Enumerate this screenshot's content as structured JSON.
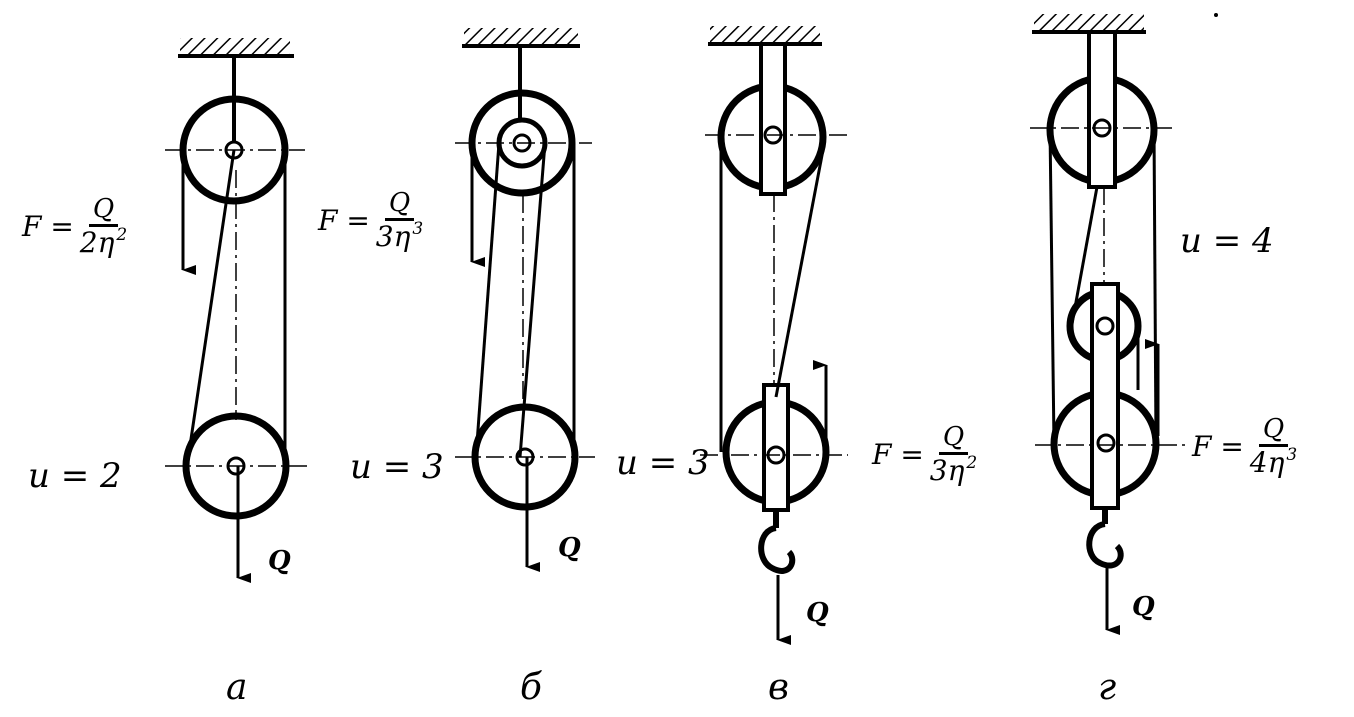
{
  "diagrams": [
    {
      "caption": "а",
      "force": {
        "prefix": "F =",
        "numerator": "Q",
        "denominator": "2η",
        "power": "2"
      },
      "ratio": "u = 2",
      "load": "Q"
    },
    {
      "caption": "б",
      "force": {
        "prefix": "F =",
        "numerator": "Q",
        "denominator": "3η",
        "power": "3"
      },
      "ratio": "u = 3",
      "load": "Q"
    },
    {
      "caption": "в",
      "force": {
        "prefix": "F =",
        "numerator": "Q",
        "denominator": "3η",
        "power": "2"
      },
      "ratio": "u = 3",
      "load": "Q"
    },
    {
      "caption": "г",
      "force": {
        "prefix": "F =",
        "numerator": "Q",
        "denominator": "4η",
        "power": "3"
      },
      "ratio": "u = 4",
      "load": "Q"
    }
  ],
  "colors": {
    "ink": "#000000",
    "paper": "#ffffff"
  }
}
